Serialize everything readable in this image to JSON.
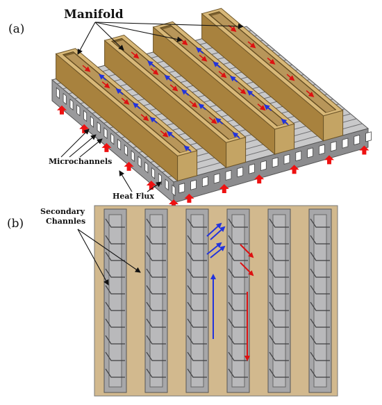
{
  "panel_a": {
    "label": "(a)",
    "manifold_label": "Manifold",
    "microchannels_label": "Microchannels",
    "heat_flux_label": "Heat Flux"
  },
  "panel_b": {
    "label": "(b)",
    "secondary_channels_label_line1": "Secondary",
    "secondary_channels_label_line2": "Channles"
  },
  "colors": {
    "manifold_wood": "#d8b878",
    "manifold_dark": "#a8823e",
    "base_gray": "#a9a9aa",
    "inlet_flow": "#2233dd",
    "outlet_flow": "#dd1111",
    "heat_arrow": "#ee1111"
  }
}
